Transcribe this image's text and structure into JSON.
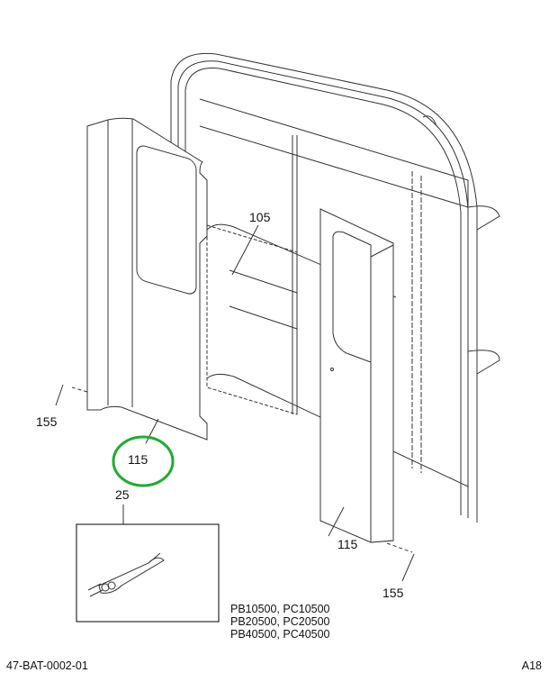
{
  "callouts": {
    "part_105": "105",
    "part_115_left": "115",
    "part_115_right": "115",
    "part_25": "25",
    "part_155_left": "155",
    "part_155_right": "155"
  },
  "highlight_color": "#22aa33",
  "applicability": [
    "PB10500, PC10500",
    "PB20500, PC20500",
    "PB40500, PC40500"
  ],
  "footer": {
    "drawing_number": "47-BAT-0002-01",
    "page": "A18"
  }
}
